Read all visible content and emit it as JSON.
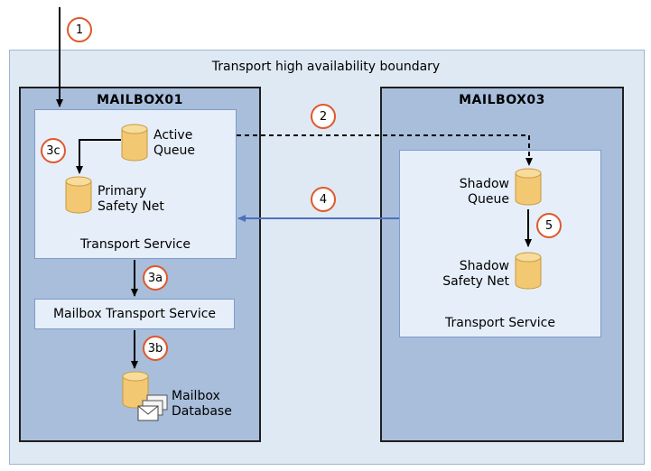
{
  "boundary": {
    "label": "Transport high availability boundary"
  },
  "mailbox01": {
    "title": "MAILBOX01",
    "transport_service": "Transport Service",
    "active_queue": [
      "Active",
      "Queue"
    ],
    "primary_safety_net": [
      "Primary",
      "Safety Net"
    ],
    "mailbox_transport_service": "Mailbox Transport Service",
    "mailbox_database": [
      "Mailbox",
      "Database"
    ]
  },
  "mailbox03": {
    "title": "MAILBOX03",
    "transport_service": "Transport Service",
    "shadow_queue": [
      "Shadow",
      "Queue"
    ],
    "shadow_safety_net": [
      "Shadow",
      "Safety Net"
    ]
  },
  "steps": [
    "1",
    "2",
    "3a",
    "3b",
    "3c",
    "4",
    "5"
  ],
  "colors": {
    "step_circle": "#e0582b",
    "return_arrow": "#4f6fbd",
    "cylinder": "#f2c872"
  }
}
